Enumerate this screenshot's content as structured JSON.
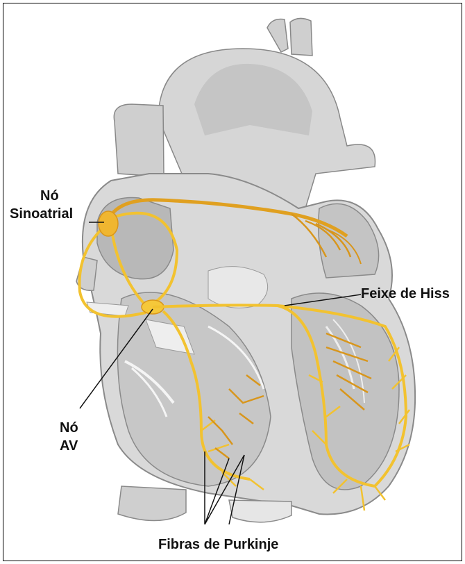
{
  "labels": {
    "sa_node_line1": "Nó",
    "sa_node_line2": "Sinoatrial",
    "bundle_his": "Feixe de Hiss",
    "av_node_line1": "Nó",
    "av_node_line2": "AV",
    "purkinje": "Fibras de Purkinje"
  },
  "colors": {
    "conduction": "#f2c230",
    "conduction_dark": "#d8961c",
    "tissue_light": "#d9d9d9",
    "tissue_mid": "#bcbcbc",
    "tissue_dark": "#9a9a9a"
  }
}
